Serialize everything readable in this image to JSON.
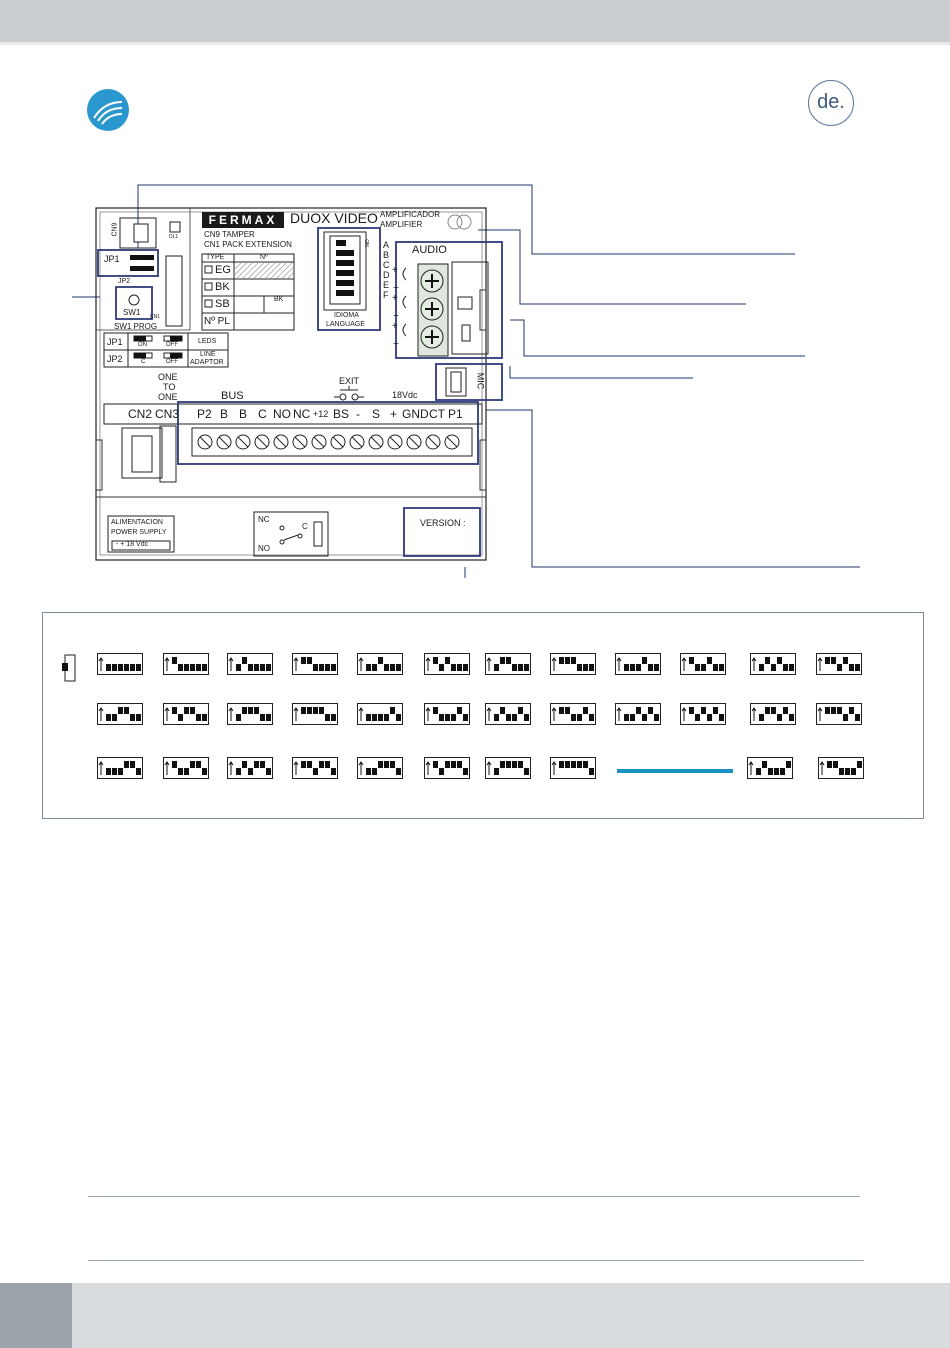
{
  "header": {
    "lang_badge": "de.",
    "logo_icon": "wave-logo-icon"
  },
  "board": {
    "brand": "FERMAX",
    "title": "DUOX VIDEO",
    "amp_lines": [
      "AMPLIFICADOR",
      "AMPLIFIER"
    ],
    "cn9": "CN9",
    "dl1": "DL1",
    "cn1_small": "CN1",
    "tamper": "CN9 TAMPER",
    "pack": "CN1  PACK EXTENSION",
    "jp1": "JP1",
    "jp2": "JP2",
    "sw1": "SW1",
    "sw1_prog": "SW1 PROG",
    "type_header": "TYPE",
    "n_header": "Nº",
    "types": [
      "EG",
      "BK",
      "SB"
    ],
    "bk_cell": "BK",
    "npl": "Nº PL",
    "jp_rows": [
      {
        "label": "JP1",
        "opt1": "ON",
        "opt2": "OFF",
        "func": [
          "LEDS"
        ]
      },
      {
        "label": "JP2",
        "opt1": "C",
        "opt2": "OFF",
        "func": [
          "LINE",
          "ADAPTOR"
        ]
      }
    ],
    "dip_letters": [
      "A",
      "B",
      "C",
      "D",
      "E",
      "F"
    ],
    "dip_on": "ON",
    "idioma": "IDIOMA",
    "language": "LANGUAGE",
    "audio": "AUDIO",
    "plus": "+",
    "minus": "−",
    "mic": "MIC",
    "one_to_one": [
      "ONE",
      "TO",
      "ONE"
    ],
    "bus": "BUS",
    "exit": "EXIT",
    "vdc": "18Vdc",
    "terminals": [
      "CN2",
      "CN3",
      "P2",
      "B",
      "B",
      "C",
      "NO",
      "NC",
      "+12",
      "BS",
      "-",
      "S",
      "+",
      "GND",
      "CT",
      "P1"
    ],
    "power_lines": [
      "ALIMENTACION",
      "POWER SUPPLY"
    ],
    "power_polarity": "-   +  18 Vdc",
    "relay": {
      "nc": "NC",
      "c": "C",
      "no": "NO"
    },
    "version": "VERSION :"
  },
  "dip_panel": {
    "rows": 3,
    "per_row": 12,
    "bar_color": "#1a93c2"
  }
}
